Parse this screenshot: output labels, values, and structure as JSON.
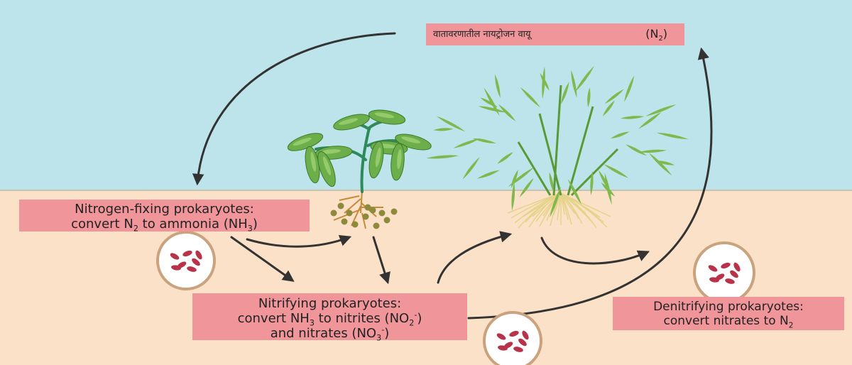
{
  "colors": {
    "sky": "#bde3eb",
    "soil": "#fbe1c7",
    "label_fill": "#f0969a",
    "arrow": "#333333",
    "leaf": "#6cae4a",
    "leaf_light": "#a7d67a",
    "stem": "#2e8a5a",
    "root": "#c68a3a",
    "nodule": "#8e8a3c",
    "grass": "#7fb84c",
    "grass_root": "#e6d38a",
    "bacteria": "#b8324a",
    "dish_ring": "#c9a27e"
  },
  "labels": {
    "atmosphere": {
      "text": "वातावरणातील नायट्रोजन वायू",
      "formula_prefix": "(N",
      "formula_sub": "2",
      "formula_suffix": ")"
    },
    "fixing": {
      "line1": "Nitrogen-fixing prokaryotes:",
      "line2_prefix": "convert N",
      "line2_sub1": "2",
      "line2_mid": " to ammonia (NH",
      "line2_sub2": "3",
      "line2_suffix": ")"
    },
    "nitrifying": {
      "line1": "Nitrifying prokaryotes:",
      "line2_prefix": "convert NH",
      "line2_sub1": "3",
      "line2_mid": " to nitrites (NO",
      "line2_sub2": "2",
      "line2_sup2": "-",
      "line2_suffix": ")",
      "line3_prefix": "and nitrates (NO",
      "line3_sub": "3",
      "line3_sup": "-",
      "line3_suffix": ")"
    },
    "denitrifying": {
      "line1": "Denitrifying prokaryotes:",
      "line2_prefix": "convert nitrates to N",
      "line2_sub": "2"
    }
  },
  "icons": {
    "arrows": "curved-arrow-icon",
    "bacteria_dish": "bacteria-dish-icon",
    "legume": "legume-plant-icon",
    "grass": "grass-plant-icon"
  }
}
